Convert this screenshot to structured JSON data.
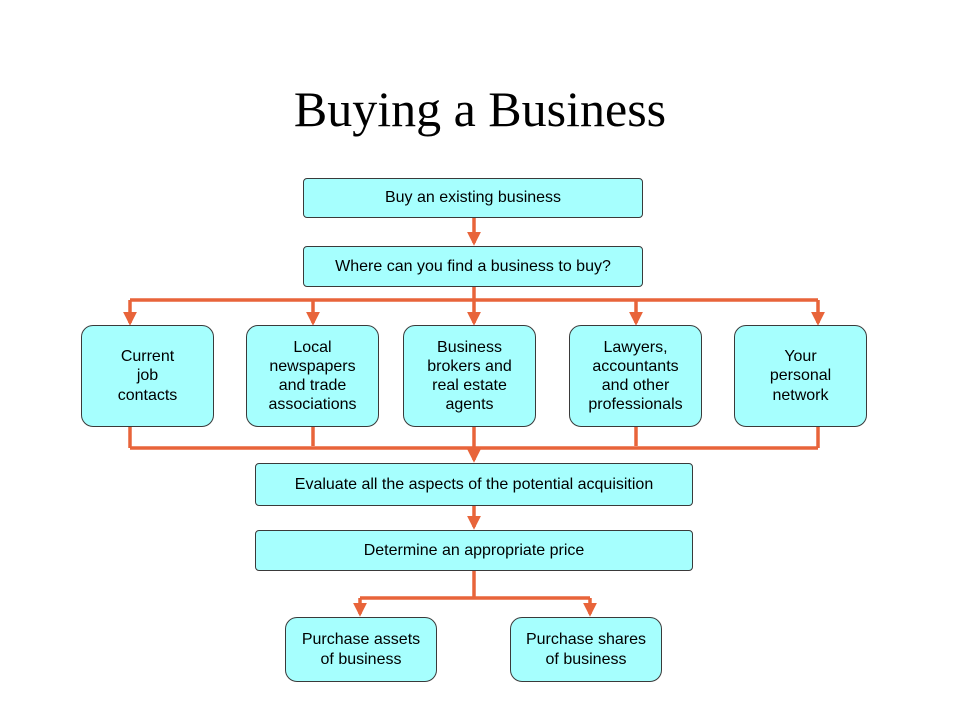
{
  "title": "Buying a Business",
  "boxes": {
    "buy_existing": "Buy an existing business",
    "where_find": "Where can you find a business to buy?",
    "current_job": "Current\njob\ncontacts",
    "local_news": "Local\nnewspapers\nand trade\nassociations",
    "brokers": "Business\nbrokers and\nreal estate\nagents",
    "lawyers": "Lawyers,\naccountants\nand other\nprofessionals",
    "personal": "Your\npersonal\nnetwork",
    "evaluate": "Evaluate all the aspects of the potential acquisition",
    "determine": "Determine an appropriate price",
    "purchase_assets": "Purchase assets\nof business",
    "purchase_shares": "Purchase shares\nof business"
  },
  "colors": {
    "box_fill": "#a6fffe",
    "connector": "#e8643a"
  }
}
